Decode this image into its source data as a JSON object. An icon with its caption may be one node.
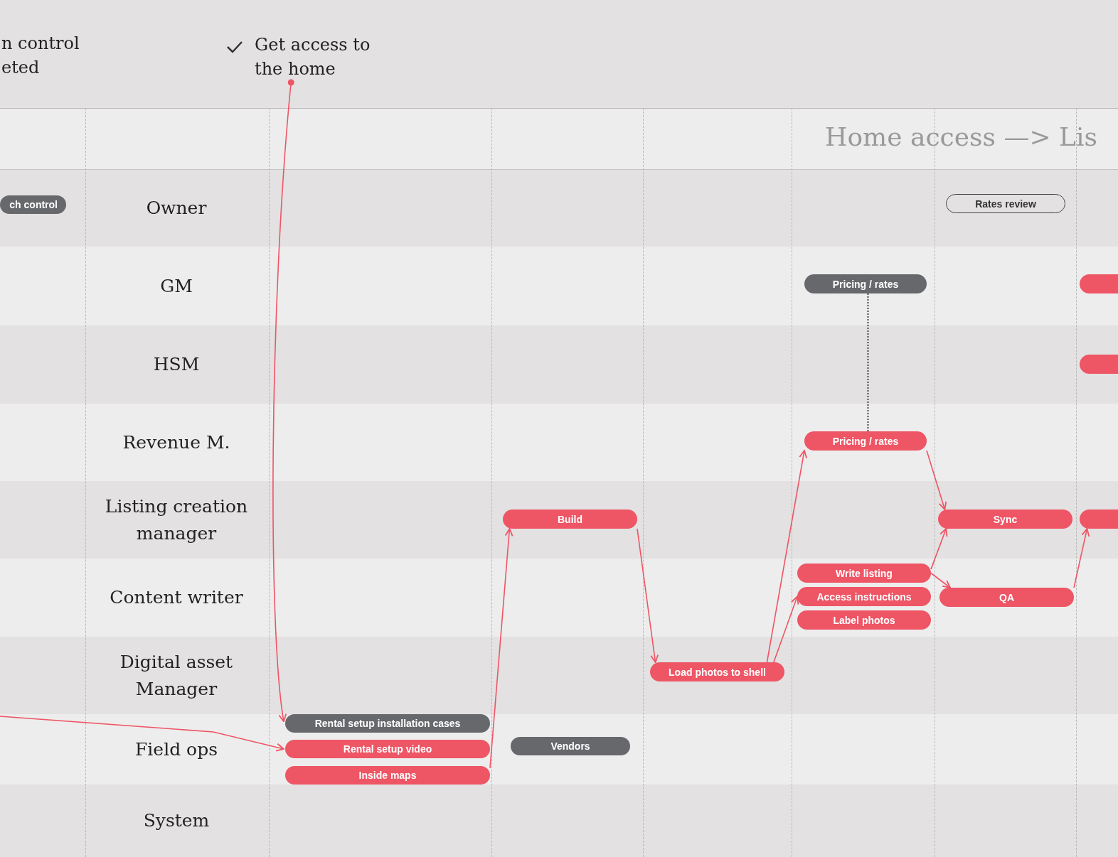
{
  "diagram": {
    "nodes": [
      {
        "text": [
          "Get access to the home"
        ]
      },
      {
        "text": [
          "Owner"
        ]
      },
      {
        "text": [
          "GM"
        ]
      },
      {
        "text": [
          "HSM"
        ]
      },
      {
        "text": [
          "Revenue M."
        ]
      },
      {
        "text": [
          "Listing creation manager"
        ]
      },
      {
        "text": [
          "Content writer"
        ]
      },
      {
        "text": [
          "Digital asset Manager"
        ]
      },
      {
        "text": [
          "Field ops"
        ]
      },
      {
        "text": [
          "System"
        ]
      },
      {
        "text": [
          "ch control"
        ],
        "in": 1
      },
      {
        "text": [
          "Rates review"
        ],
        "in": 1
      },
      {
        "text": [
          "Pricing / rates"
        ],
        "in": 2
      },
      {
        "text": [],
        "shape": "bar",
        "in": 2
      },
      {
        "text": [],
        "shape": "bar",
        "in": 3
      },
      {
        "text": [
          "Pricing / rates"
        ],
        "in": 4
      },
      {
        "text": [
          "Build"
        ],
        "in": 5
      },
      {
        "text": [
          "Sync"
        ],
        "in": 5
      },
      {
        "text": [],
        "shape": "bar",
        "in": 5
      },
      {
        "text": [
          "Write listing"
        ],
        "in": 6
      },
      {
        "text": [
          "Access instructions"
        ],
        "in": 6
      },
      {
        "text": [
          "Label photos"
        ],
        "in": 6
      },
      {
        "text": [
          "QA"
        ],
        "in": 6
      },
      {
        "text": [
          "Load photos to shell"
        ],
        "in": 7
      },
      {
        "text": [
          "Rental setup installation cases"
        ],
        "in": 8
      },
      {
        "text": [
          "Rental setup video"
        ],
        "in": 8
      },
      {
        "text": [
          "Inside maps"
        ],
        "in": 8
      },
      {
        "text": [
          "Vendors"
        ],
        "in": 8
      }
    ],
    "edges": [
      {
        "from": 0,
        "to": 24,
        "arrow": "to"
      },
      {
        "from": null,
        "to": 25,
        "arrow": "to"
      },
      {
        "from": 26,
        "to": 16,
        "arrow": "to"
      },
      {
        "from": 16,
        "to": 23,
        "arrow": "to"
      },
      {
        "from": 23,
        "to": 15,
        "arrow": "to"
      },
      {
        "from": 23,
        "to": 20,
        "arrow": "to"
      },
      {
        "from": 15,
        "to": 17,
        "arrow": "to"
      },
      {
        "from": 19,
        "to": 17,
        "arrow": "to"
      },
      {
        "from": 19,
        "to": 22,
        "arrow": "to"
      },
      {
        "from": 22,
        "to": 18,
        "arrow": "to"
      },
      {
        "from": 12,
        "to": 15,
        "arrow": "none",
        "style": "dashed",
        "color": "#444444"
      }
    ],
    "labels": [
      "n control eted",
      "Home access —> Lis"
    ]
  }
}
